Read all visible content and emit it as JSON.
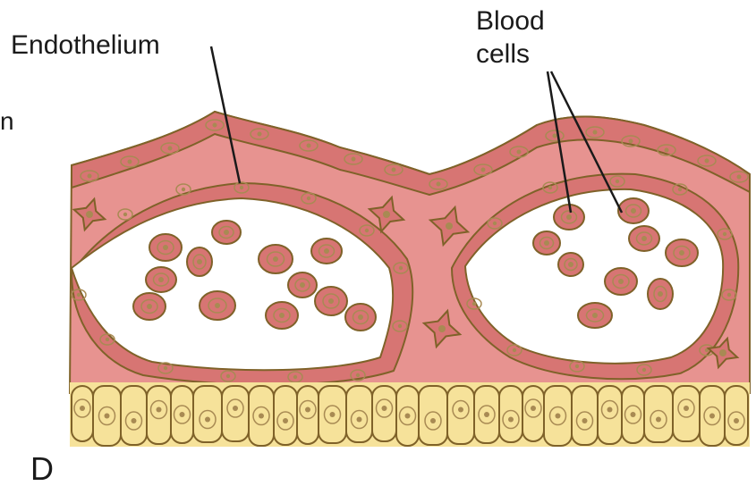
{
  "labels": {
    "endothelium": "Endothelium",
    "blood_line1": "Blood",
    "blood_line2": "cells",
    "panel": "D",
    "edge_letter": "n"
  },
  "colors": {
    "tissue": "#e79390",
    "cell_fill": "#d77573",
    "outline": "#7f6229",
    "nucleus": "#a88a53",
    "lumen": "#ffffff",
    "epithelium": "#f6e29a",
    "leader": "#1a1a1a"
  }
}
